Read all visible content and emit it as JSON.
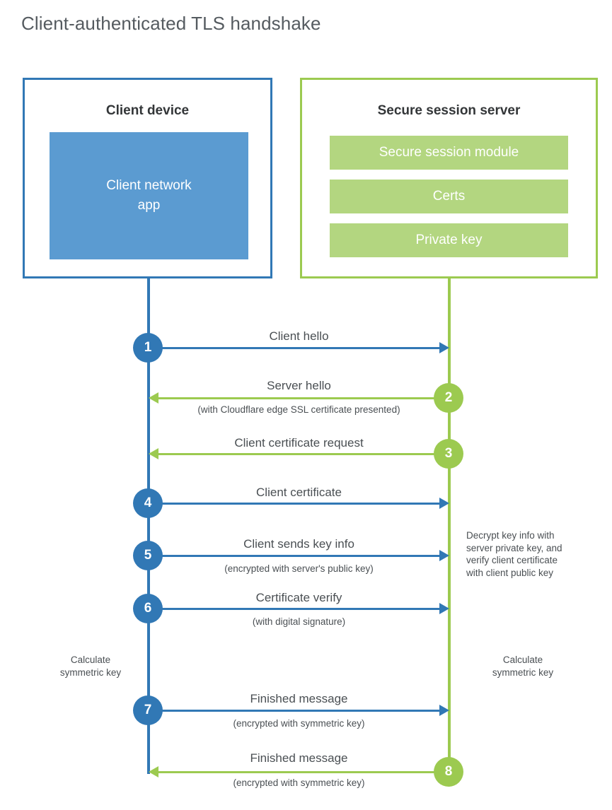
{
  "title": "Client-authenticated TLS handshake",
  "colors": {
    "client_blue": "#3178b5",
    "client_app_blue": "#5b9bd1",
    "server_green": "#9cca50",
    "server_module_green": "#b3d680",
    "text_gray": "#4a4f53",
    "heading_gray": "#555b60"
  },
  "actors": {
    "client": {
      "title": "Client device",
      "component": "Client network\napp"
    },
    "server": {
      "title": "Secure session server",
      "modules": [
        "Secure session module",
        "Certs",
        "Private key"
      ]
    }
  },
  "notes": {
    "server_decrypt": "Decrypt key info with\nserver private key, and\nverify client certificate\nwith client public key",
    "client_calculate": "Calculate\nsymmetric key",
    "server_calculate": "Calculate\nsymmetric key"
  },
  "steps": [
    {
      "number": "1",
      "label": "Client hello",
      "sublabel": "",
      "direction": "client-to-server",
      "color": "blue"
    },
    {
      "number": "2",
      "label": "Server hello",
      "sublabel": "(with Cloudflare edge SSL certificate presented)",
      "direction": "server-to-client",
      "color": "green"
    },
    {
      "number": "3",
      "label": "Client certificate request",
      "sublabel": "",
      "direction": "server-to-client",
      "color": "green"
    },
    {
      "number": "4",
      "label": "Client certificate",
      "sublabel": "",
      "direction": "client-to-server",
      "color": "blue"
    },
    {
      "number": "5",
      "label": "Client sends key info",
      "sublabel": "(encrypted with server's public key)",
      "direction": "client-to-server",
      "color": "blue"
    },
    {
      "number": "6",
      "label": "Certificate verify",
      "sublabel": "(with digital signature)",
      "direction": "client-to-server",
      "color": "blue"
    },
    {
      "number": "7",
      "label": "Finished message",
      "sublabel": "(encrypted with symmetric key)",
      "direction": "client-to-server",
      "color": "blue"
    },
    {
      "number": "8",
      "label": "Finished message",
      "sublabel": "(encrypted with symmetric key)",
      "direction": "server-to-client",
      "color": "green"
    }
  ]
}
